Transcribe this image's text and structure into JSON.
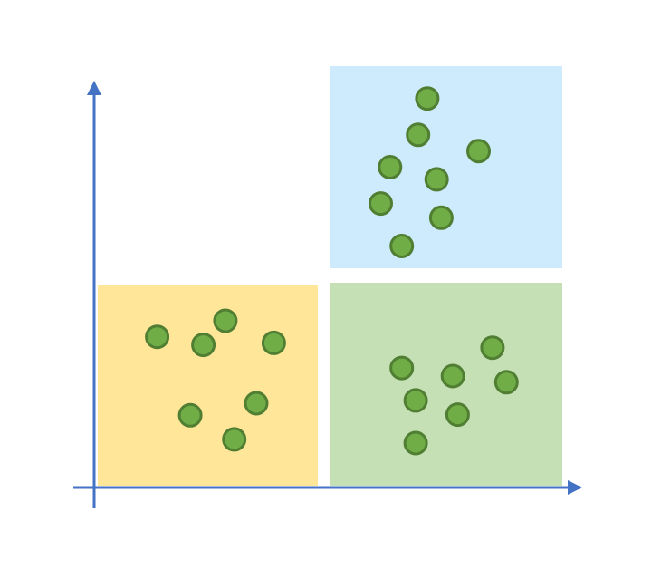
{
  "colors": {
    "axis": "#4472C4",
    "point_fill": "#70AD47",
    "point_stroke": "#507E32",
    "region_top_right": "#CDEBFC",
    "region_bottom_left": "#FFE699",
    "region_bottom_right": "#C5E0B4",
    "background": "#FFFFFF"
  },
  "regions": [
    {
      "id": "top-right",
      "color_key": "region_top_right",
      "points": [
        [
          0.42,
          0.16
        ],
        [
          0.38,
          0.34
        ],
        [
          0.26,
          0.5
        ],
        [
          0.46,
          0.56
        ],
        [
          0.64,
          0.42
        ],
        [
          0.22,
          0.68
        ],
        [
          0.48,
          0.75
        ],
        [
          0.31,
          0.89
        ]
      ]
    },
    {
      "id": "bottom-left",
      "color_key": "region_bottom_left",
      "points": [
        [
          0.27,
          0.26
        ],
        [
          0.58,
          0.18
        ],
        [
          0.48,
          0.3
        ],
        [
          0.8,
          0.29
        ],
        [
          0.42,
          0.65
        ],
        [
          0.72,
          0.59
        ],
        [
          0.62,
          0.77
        ]
      ]
    },
    {
      "id": "bottom-right",
      "color_key": "region_bottom_right",
      "points": [
        [
          0.7,
          0.32
        ],
        [
          0.31,
          0.42
        ],
        [
          0.53,
          0.46
        ],
        [
          0.76,
          0.49
        ],
        [
          0.37,
          0.58
        ],
        [
          0.55,
          0.65
        ],
        [
          0.37,
          0.79
        ]
      ]
    }
  ]
}
